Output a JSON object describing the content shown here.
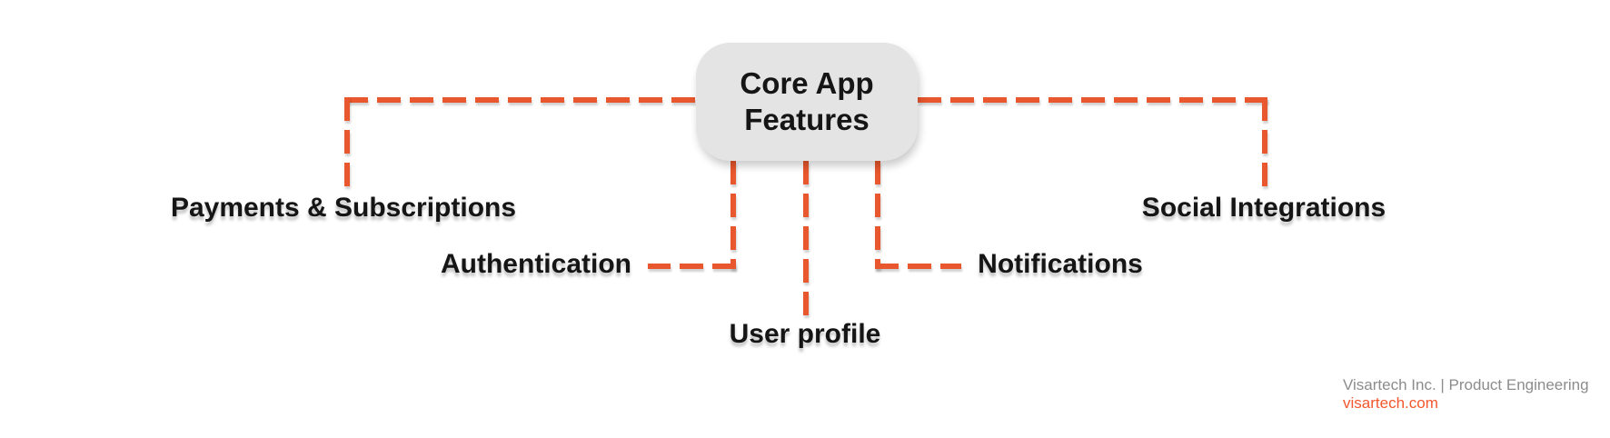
{
  "diagram": {
    "center_node": {
      "lines": [
        "Core App",
        "Features"
      ],
      "bg_color": "#E4E4E4",
      "text_color": "#151515"
    },
    "features": [
      {
        "id": "payments",
        "label": "Payments & Subscriptions"
      },
      {
        "id": "authentication",
        "label": "Authentication"
      },
      {
        "id": "user-profile",
        "label": "User profile"
      },
      {
        "id": "notifications",
        "label": "Notifications"
      },
      {
        "id": "social-integrations",
        "label": "Social Integrations"
      }
    ],
    "connector_color": "#E8572D",
    "label_color": "#151515"
  },
  "footer": {
    "company_line": "Visartech Inc. | Product Engineering",
    "website": "visartech.com",
    "company_color": "#8C8C8C",
    "website_color": "#F2572D"
  }
}
